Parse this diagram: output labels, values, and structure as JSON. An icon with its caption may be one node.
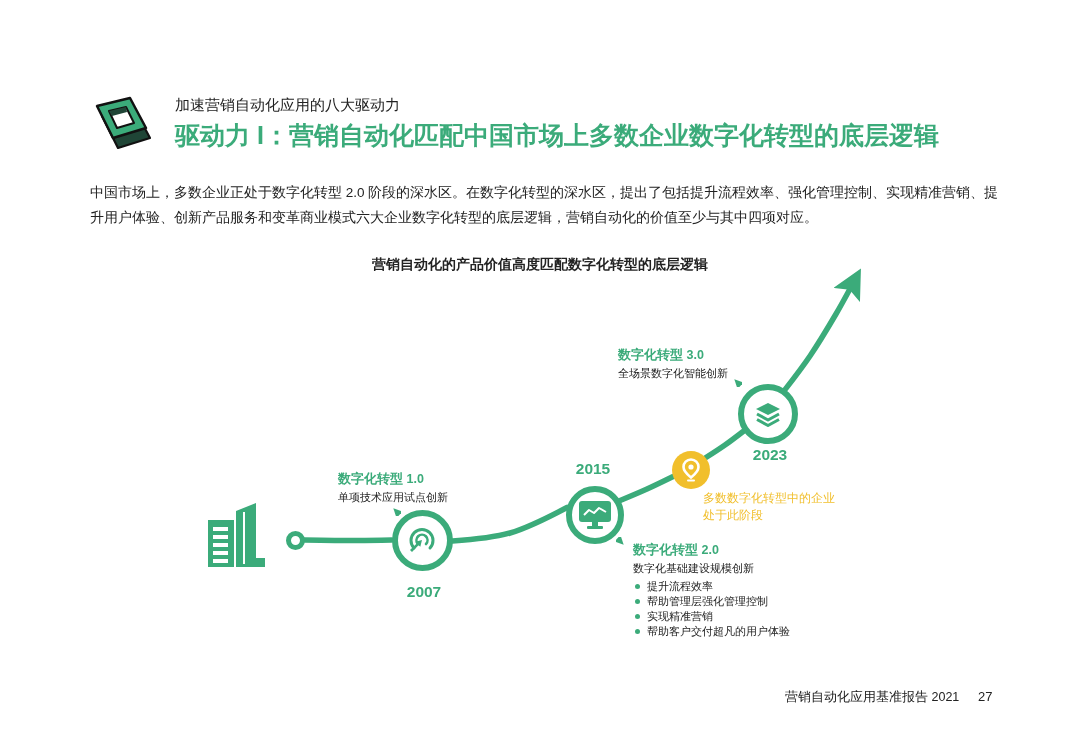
{
  "diagram": {
    "title": "驱动力 I：营销自动化匹配中国市场上多数企业数字化转型的底层逻辑",
    "nodes": [
      {
        "text": [],
        "shape": "circle"
      },
      {
        "text": [],
        "shape": "circle",
        "beside": [
          "数字化转型 1.0",
          "单项技术应用试点创新",
          "2007"
        ]
      },
      {
        "text": [],
        "shape": "circle",
        "beside": [
          "2015",
          "数字化转型 2.0",
          "数字化基础建设规模创新",
          "提升流程效率",
          "帮助管理层强化管理控制",
          "实现精准营销",
          "帮助客户交付超凡的用户体验"
        ]
      },
      {
        "text": [],
        "shape": "circle",
        "beside": [
          "多数数字化转型中的企业处于此阶段"
        ]
      },
      {
        "text": [],
        "shape": "circle",
        "beside": [
          "数字化转型 3.0",
          "全场景数字化智能创新",
          "2023"
        ]
      }
    ],
    "edges": [
      {
        "from": 0,
        "to": 1,
        "arrow": "none"
      },
      {
        "from": 1,
        "to": 2,
        "arrow": "none"
      },
      {
        "from": 2,
        "to": 3,
        "arrow": "none"
      },
      {
        "from": 3,
        "to": 4,
        "arrow": "none"
      },
      {
        "from": 4,
        "to": null,
        "arrow": "to"
      }
    ],
    "labels": [
      "加速营销自动化应用的八大驱动力",
      "中国市场上，多数企业正处于数字化转型 2.0 阶段的深水区。在数字化转型的深水区，提出了包括提升流程效率、强化管理控制、实现精准营销、提升用户体验、创新产品服务和变革商业模式六大企业数字化转型的底层逻辑，营销自动化的价值至少与其中四项对应。",
      "营销自动化的产品价值高度匹配数字化转型的底层逻辑",
      "营销自动化应用基准报告 2021",
      "27"
    ]
  }
}
